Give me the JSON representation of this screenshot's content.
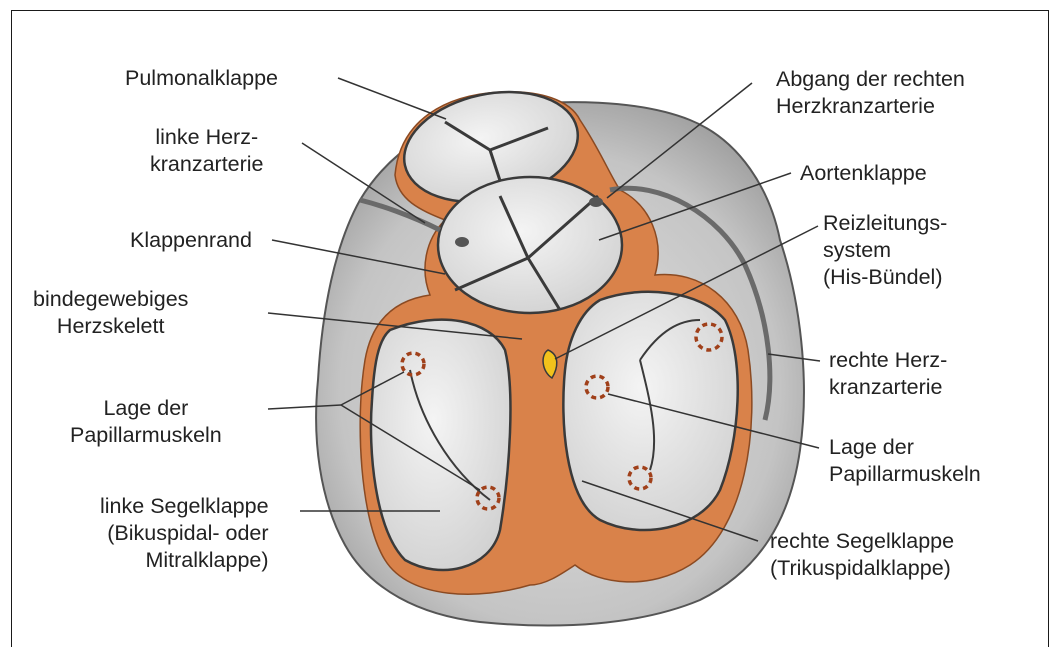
{
  "labels": {
    "pulmonalklappe": "Pulmonalklappe",
    "linke_herzkranzarterie": [
      "linke Herz-",
      "kranzarterie"
    ],
    "klappenrand": "Klappenrand",
    "herzskelett": [
      "bindegewebiges",
      "Herzskelett"
    ],
    "papillarmuskeln_links": [
      "Lage der",
      "Papillarmuskeln"
    ],
    "linke_segelklappe": [
      "linke Segelklappe",
      "(Bikuspidal- oder",
      "Mitralklappe)"
    ],
    "abgang_rechte_herzkranzarterie": [
      "Abgang der rechten",
      "Herzkranzarterie"
    ],
    "aortenklappe": "Aortenklappe",
    "reizleitungssystem": [
      "Reizleitungs-",
      "system",
      "(His-Bündel)"
    ],
    "rechte_herzkranzarterie": [
      "rechte Herz-",
      "kranzarterie"
    ],
    "papillarmuskeln_rechts": [
      "Lage der",
      "Papillarmuskeln"
    ],
    "rechte_segelklappe": [
      "rechte Segelklappe",
      "(Trikuspidalklappe)"
    ]
  },
  "colors": {
    "skeleton": "#d9824a",
    "valve_fill": "#e6e6e6",
    "heart_surface": "#c9c9c9",
    "papillary_marker": "#a0401a",
    "his_bundle": "#f2c21b",
    "leader_line": "#333333"
  }
}
